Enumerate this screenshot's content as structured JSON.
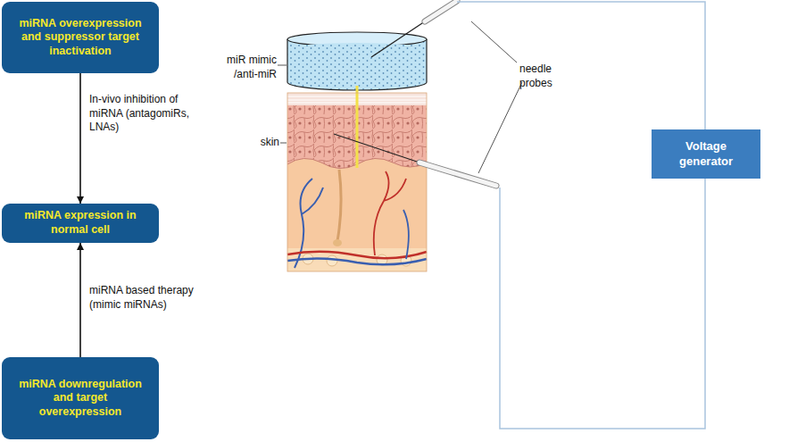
{
  "diagram": {
    "nodes": [
      {
        "text": [
          "miRNA overexpression and suppressor target inactivation"
        ]
      },
      {
        "text": [
          "miRNA expression in normal cell"
        ]
      },
      {
        "text": [
          "miRNA downregulation and target overexpression"
        ]
      },
      {
        "text": [
          "Voltage generator"
        ]
      }
    ],
    "edges": [
      {
        "from": 0,
        "to": 1,
        "arrow": "to",
        "label": "In-vivo inhibition of miRNA (antagomiRs, LNAs)"
      },
      {
        "from": 2,
        "to": 1,
        "arrow": "to",
        "label": "miRNA based therapy (mimic miRNAs)"
      }
    ],
    "labels": [
      "miR mimic /anti-miR",
      "skin",
      "needle probes"
    ]
  }
}
